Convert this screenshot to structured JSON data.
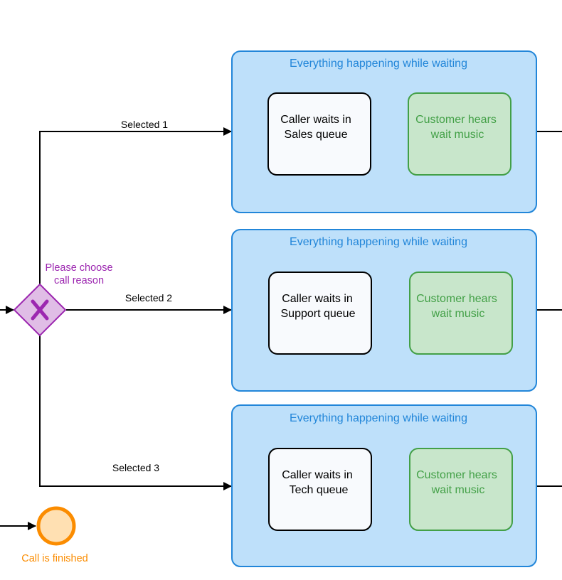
{
  "colors": {
    "group_fill": "#bee0fa",
    "group_stroke": "#2286d9",
    "group_text": "#2286d9",
    "queue_task_fill": "#f8fafd",
    "queue_task_stroke": "#000000",
    "music_task_fill": "#c8e6cb",
    "music_task_stroke": "#43a047",
    "music_task_text": "#43a047",
    "gateway_fill": "#e0bde6",
    "gateway_stroke": "#9c27b0",
    "gateway_text": "#9c27b0",
    "end_event_fill": "#ffe0b2",
    "end_event_stroke": "#fb8c00",
    "end_event_text": "#fb8c00",
    "flow_line": "#000000"
  },
  "gateway": {
    "type": "exclusive",
    "icon": "x-icon",
    "marker": "X",
    "label_lines": [
      "Please choose",
      "call reason"
    ]
  },
  "flows": [
    {
      "label": "Selected 1"
    },
    {
      "label": "Selected 2"
    },
    {
      "label": "Selected 3"
    }
  ],
  "groups": [
    {
      "title": "Everything happening while waiting",
      "queue_task": {
        "lines": [
          "Caller waits in",
          "Sales queue"
        ]
      },
      "music_task": {
        "lines": [
          "Customer hears",
          "wait music"
        ]
      }
    },
    {
      "title": "Everything happening while waiting",
      "queue_task": {
        "lines": [
          "Caller waits in",
          "Support queue"
        ]
      },
      "music_task": {
        "lines": [
          "Customer hears",
          "wait music"
        ]
      }
    },
    {
      "title": "Everything happening while waiting",
      "queue_task": {
        "lines": [
          "Caller waits in",
          "Tech queue"
        ]
      },
      "music_task": {
        "lines": [
          "Customer hears",
          "wait music"
        ]
      }
    }
  ],
  "end_event": {
    "type": "end",
    "label": "Call is finished"
  }
}
